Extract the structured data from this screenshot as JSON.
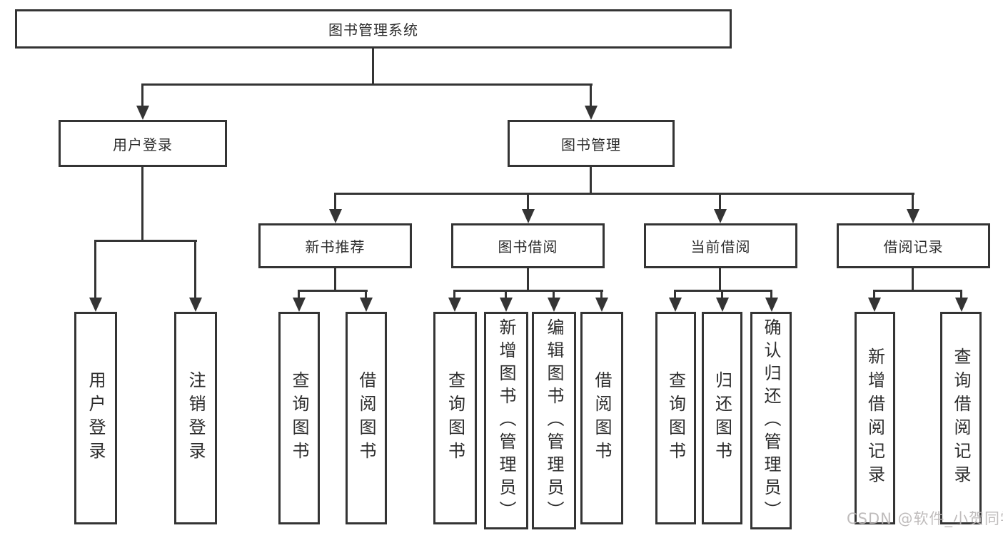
{
  "colors": {
    "background": "#ffffff",
    "line": "#343434",
    "box_border": "#343434",
    "text": "#2d2d2d",
    "watermark": "#b9b5b5"
  },
  "tree": {
    "root": "图书管理系统",
    "level1": [
      {
        "label": "用户登录"
      },
      {
        "label": "图书管理"
      }
    ],
    "level2": [
      {
        "label": "新书推荐"
      },
      {
        "label": "图书借阅"
      },
      {
        "label": "当前借阅"
      },
      {
        "label": "借阅记录"
      }
    ],
    "leaves": {
      "login": [
        "用户登录",
        "注销登录"
      ],
      "recommend": [
        "查询图书",
        "借阅图书"
      ],
      "borrow": [
        "查询图书",
        "新增图书（管理员）",
        "编辑图书（管理员）",
        "借阅图书"
      ],
      "current": [
        "查询图书",
        "归还图书",
        "确认归还（管理员）"
      ],
      "records": [
        "新增借阅记录",
        "查询借阅记录"
      ]
    }
  },
  "watermark": {
    "text": "CSDN @软件_小贺同学"
  }
}
